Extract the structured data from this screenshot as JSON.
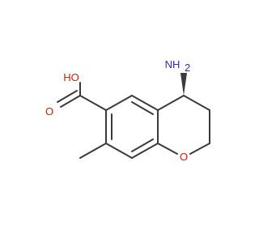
{
  "molecule": {
    "atoms": {
      "carboxyl_oh": "HO",
      "carbonyl_o": "O",
      "amine": "NH",
      "amine_h_count": "2",
      "ring_o": "O"
    },
    "colors": {
      "bond": "#3a3a3a",
      "oxygen": "#e8130a",
      "nitrogen": "#2b2bc4"
    },
    "stereo": "wedge-bond-to-amine"
  }
}
